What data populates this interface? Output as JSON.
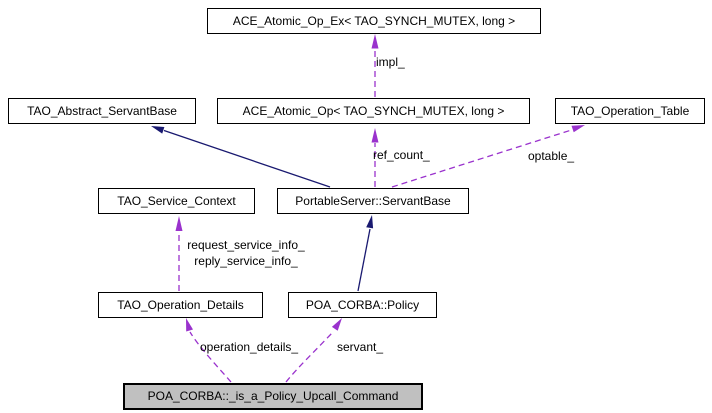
{
  "nodes": {
    "ace_atomic_op_ex": {
      "label": "ACE_Atomic_Op_Ex< TAO_SYNCH_MUTEX, long >"
    },
    "tao_abstract_servantbase": {
      "label": "TAO_Abstract_ServantBase"
    },
    "ace_atomic_op": {
      "label": "ACE_Atomic_Op< TAO_SYNCH_MUTEX, long >"
    },
    "tao_operation_table": {
      "label": "TAO_Operation_Table"
    },
    "tao_service_context": {
      "label": "TAO_Service_Context"
    },
    "portableserver_servantbase": {
      "label": "PortableServer::ServantBase"
    },
    "tao_operation_details": {
      "label": "TAO_Operation_Details"
    },
    "poa_corba_policy": {
      "label": "POA_CORBA::Policy"
    },
    "main": {
      "label": "POA_CORBA::_is_a_Policy_Upcall_Command"
    }
  },
  "edge_labels": {
    "impl": "impl_",
    "ref_count": "ref_count_",
    "optable": "optable_",
    "request_service_info": "request_service_info_",
    "reply_service_info": "reply_service_info_",
    "operation_details": "operation_details_",
    "servant": "servant_"
  },
  "colors": {
    "usage_edge": "#9a32cd",
    "inheritance_edge": "#191970",
    "node_fill": "#ffffff",
    "node_border": "#000000",
    "highlight_node_fill": "#c0c0c0",
    "text": "#000000"
  }
}
